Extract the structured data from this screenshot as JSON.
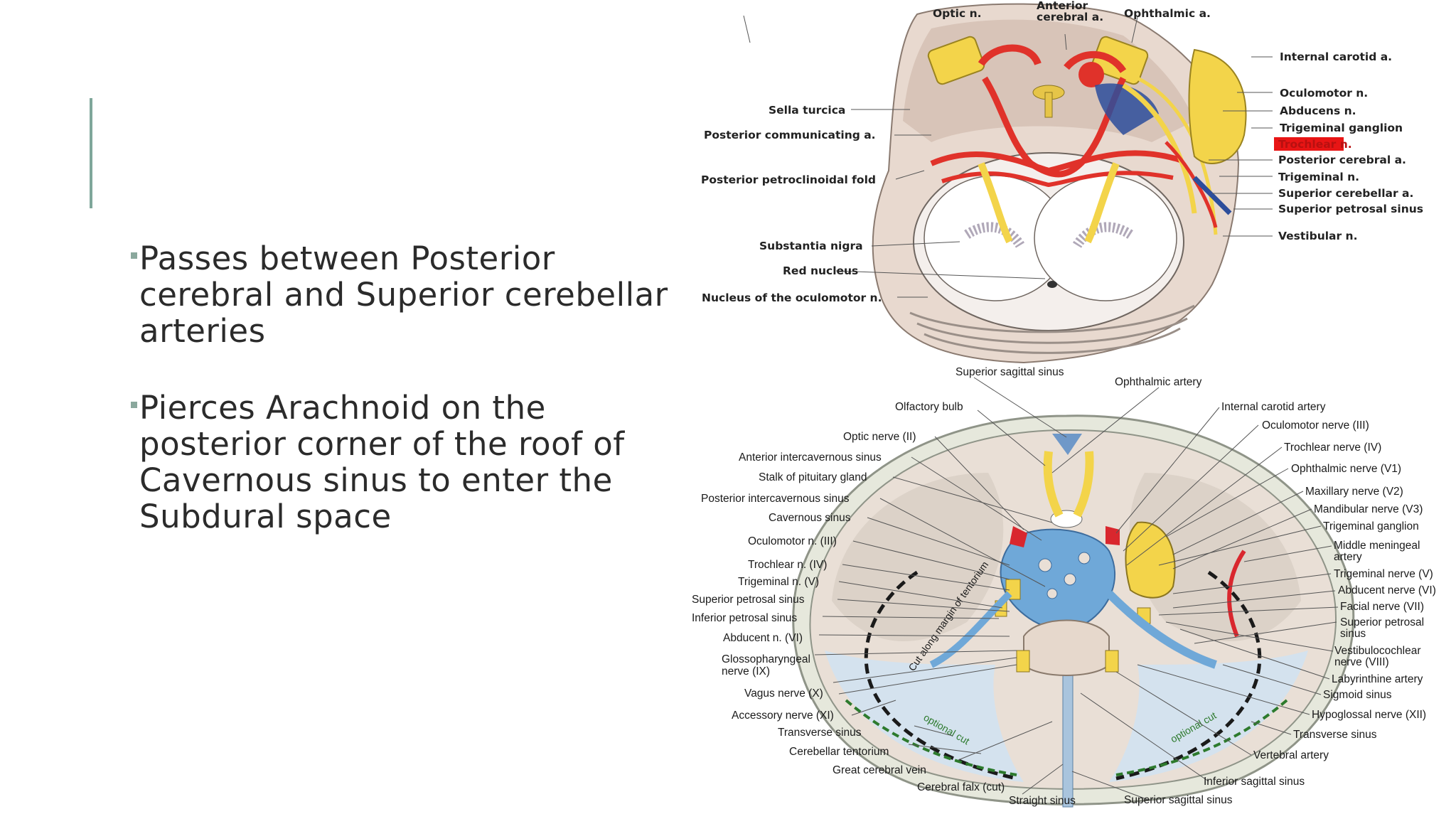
{
  "bullets": [
    "Passes between Posterior cerebral and Superior cerebellar arteries",
    "Pierces Arachnoid on the posterior corner of the roof of Cavernous sinus to enter the Subdural space"
  ],
  "figure_top": {
    "labels_top": [
      "Optic n.",
      "Anterior",
      "cerebral a.",
      "Ophthalmic a."
    ],
    "labels_left": [
      "Sella turcica",
      "Posterior communicating a.",
      "Posterior petroclinoidal fold",
      "Substantia nigra",
      "Red nucleus",
      "Nucleus of the oculomotor n."
    ],
    "labels_right": [
      "Internal carotid a.",
      "Oculomotor n.",
      "Abducens n.",
      "Trigeminal ganglion",
      "Trochlear n.",
      "Posterior cerebral a.",
      "Trigeminal n.",
      "Superior cerebellar a.",
      "Superior petrosal sinus",
      "Vestibular n."
    ]
  },
  "figure_bottom": {
    "labels_top": [
      "Superior sagittal sinus",
      "Ophthalmic artery"
    ],
    "labels_left": [
      "Olfactory bulb",
      "Optic nerve (II)",
      "Anterior intercavernous sinus",
      "Stalk of pituitary gland",
      "Posterior intercavernous sinus",
      "Cavernous sinus",
      "Oculomotor n. (III)",
      "Trochlear n. (IV)",
      "Trigeminal n. (V)",
      "Superior petrosal sinus",
      "Inferior petrosal sinus",
      "Abducent n. (VI)",
      "Glossopharyngeal",
      "nerve (IX)",
      "Vagus nerve (X)",
      "Accessory nerve (XI)",
      "Transverse sinus",
      "Cerebellar tentorium",
      "Great cerebral vein",
      "Cerebral falx (cut)",
      "Straight sinus"
    ],
    "labels_right": [
      "Internal carotid artery",
      "Oculomotor nerve (III)",
      "Trochlear nerve (IV)",
      "Ophthalmic nerve (V1)",
      "Maxillary nerve (V2)",
      "Mandibular nerve (V3)",
      "Trigeminal ganglion",
      "Middle meningeal",
      "artery",
      "Trigeminal nerve (V)",
      "Abducent nerve (VI)",
      "Facial nerve (VII)",
      "Superior petrosal",
      "sinus",
      "Vestibulocochlear",
      "nerve (VIII)",
      "Labyrinthine artery",
      "Sigmoid sinus",
      "Hypoglossal nerve (XII)",
      "Transverse sinus",
      "Vertebral artery",
      "Inferior sagittal sinus",
      "Superior sagittal sinus"
    ],
    "overlay_text": [
      "Cut along margin of tentorium",
      "optional cut",
      "optional cut"
    ]
  }
}
